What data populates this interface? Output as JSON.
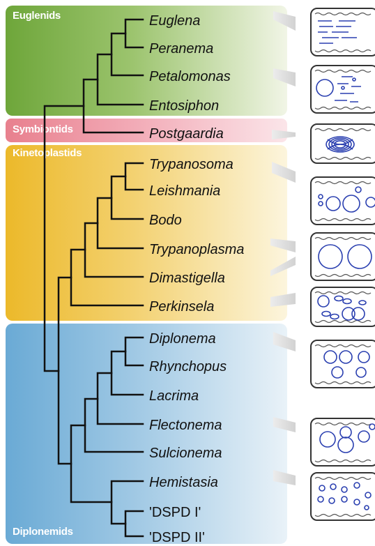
{
  "groups": [
    {
      "name": "Euglenids",
      "color_from": "#6ea63a",
      "color_to": "#f1f5e6"
    },
    {
      "name": "Symbiontids",
      "color_from": "#e8808e",
      "color_to": "#fbe5e9"
    },
    {
      "name": "Kinetoplastids",
      "color_from": "#ecb92a",
      "color_to": "#fcf5dd"
    },
    {
      "name": "Diplonemids",
      "color_from": "#6aaad5",
      "color_to": "#e9f2f8"
    }
  ],
  "taxa": [
    {
      "name": "Euglena"
    },
    {
      "name": "Peranema"
    },
    {
      "name": "Petalomonas"
    },
    {
      "name": "Entosiphon"
    },
    {
      "name": "Postgaardia"
    },
    {
      "name": "Trypanosoma"
    },
    {
      "name": "Leishmania"
    },
    {
      "name": "Bodo"
    },
    {
      "name": "Trypanoplasma"
    },
    {
      "name": "Dimastigella"
    },
    {
      "name": "Perkinsela"
    },
    {
      "name": "Diplonema"
    },
    {
      "name": "Rhynchopus"
    },
    {
      "name": "Lacrima"
    },
    {
      "name": "Flectonema"
    },
    {
      "name": "Sulcionema"
    },
    {
      "name": "Hemistasia"
    },
    {
      "name": "'DSPD I'"
    },
    {
      "name": "'DSPD II'"
    }
  ],
  "icons": [
    {
      "name": "stacked-lamellae-icon"
    },
    {
      "name": "lamellae-and-vesicle-icon"
    },
    {
      "name": "coiled-dna-icon"
    },
    {
      "name": "multiple-vesicles-icon"
    },
    {
      "name": "two-large-vesicles-icon"
    },
    {
      "name": "mixed-vesicles-icon"
    },
    {
      "name": "diplonema-vesicles-icon"
    },
    {
      "name": "flectonema-vesicles-icon"
    },
    {
      "name": "hemistasia-vesicles-icon"
    }
  ],
  "tree_color": "#111111",
  "icon_color": "#2a3fb0"
}
